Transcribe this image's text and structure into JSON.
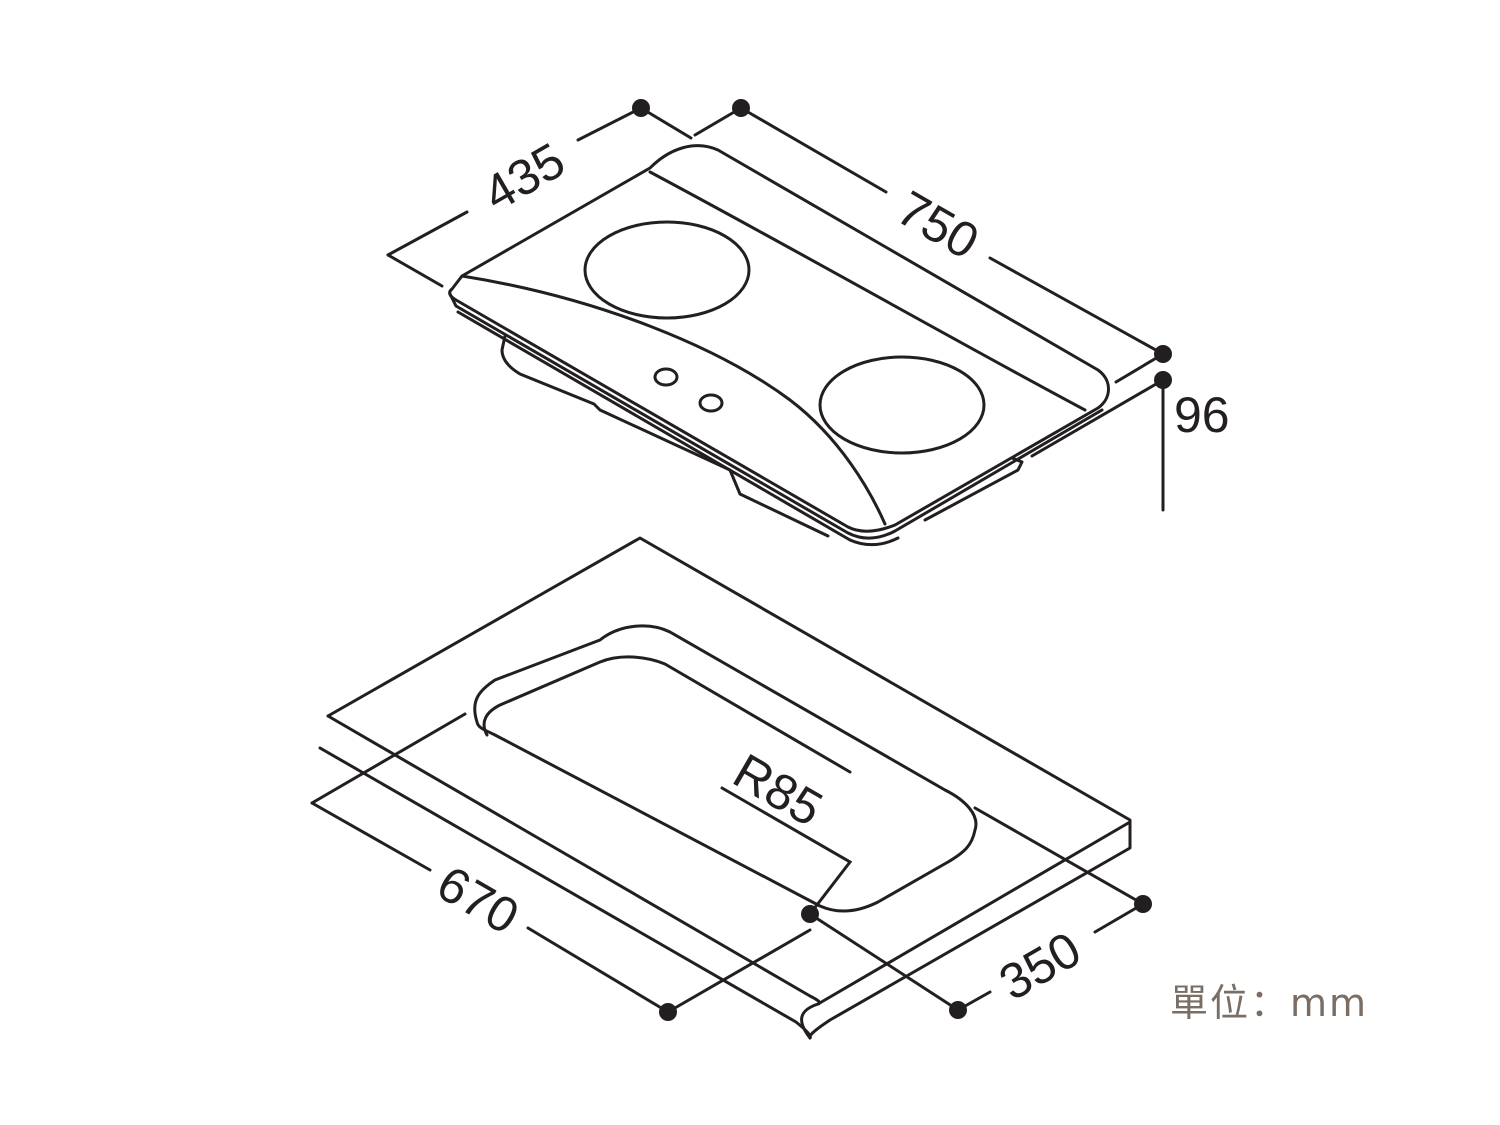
{
  "dimensions": {
    "cooktop_depth": "435",
    "cooktop_width": "750",
    "cooktop_height": "96",
    "cutout_width": "670",
    "cutout_depth": "350",
    "corner_radius": "R85"
  },
  "unit_label": "單位：mm",
  "colors": {
    "line": "#231f20",
    "unit_text": "#7a6d64",
    "background": "#ffffff"
  }
}
